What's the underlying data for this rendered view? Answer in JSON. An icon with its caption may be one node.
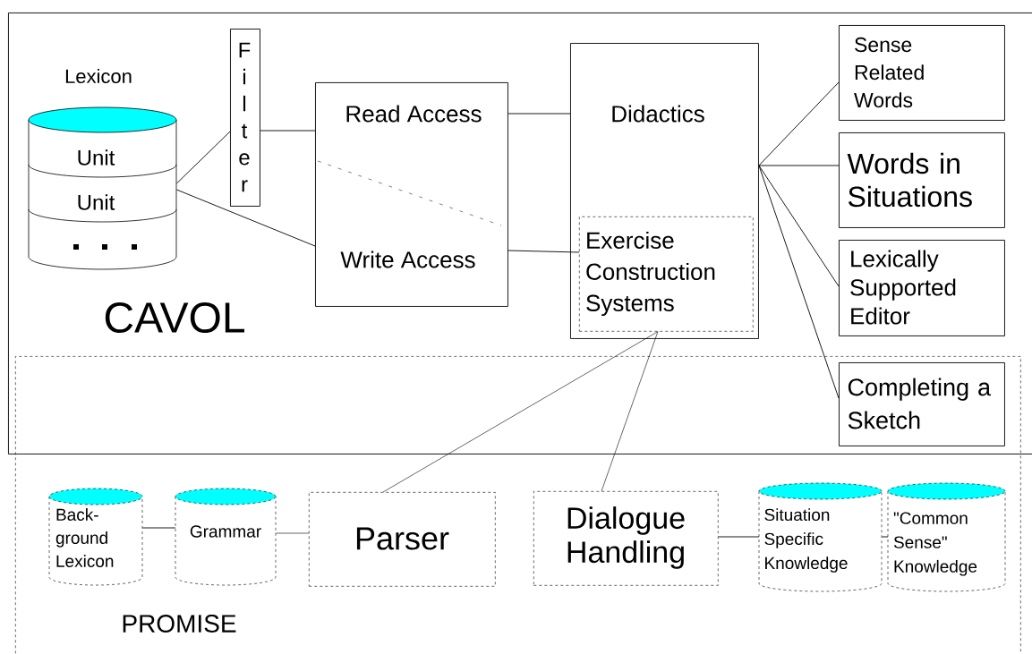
{
  "diagram": {
    "nodes": [
      {
        "text": [
          "CAVOL"
        ]
      },
      {
        "text": [
          "PROMISE"
        ]
      },
      {
        "text": [
          "Lexicon",
          "Unit",
          "Unit"
        ],
        "in": 0
      },
      {
        "text": [
          "Filter"
        ],
        "in": 0
      },
      {
        "text": [
          "Read Access",
          "Write Access"
        ],
        "in": 0
      },
      {
        "text": [
          "Didactics"
        ],
        "in": 0
      },
      {
        "text": [
          "Exercise Construction Systems"
        ],
        "in": 5
      },
      {
        "text": [
          "Sense Related Words"
        ],
        "in": 0
      },
      {
        "text": [
          "Words in Situations"
        ],
        "in": 0
      },
      {
        "text": [
          "Lexically Supported Editor"
        ],
        "in": 0
      },
      {
        "text": [
          "Completing a Sketch"
        ]
      },
      {
        "text": [
          "Back- ground Lexicon"
        ],
        "in": 1
      },
      {
        "text": [
          "Grammar"
        ],
        "in": 1
      },
      {
        "text": [
          "Parser"
        ],
        "in": 1
      },
      {
        "text": [
          "Dialogue Handling"
        ],
        "in": 1
      },
      {
        "text": [
          "Situation Specific Knowledge"
        ],
        "in": 1
      },
      {
        "text": [
          "\"Common Sense\" Knowledge"
        ],
        "in": 1
      }
    ],
    "edges": [
      {
        "from": 2,
        "to": 3,
        "arrow": "none"
      },
      {
        "from": 3,
        "to": 4,
        "arrow": "none"
      },
      {
        "from": 2,
        "to": 4,
        "arrow": "none"
      },
      {
        "from": 4,
        "to": 5,
        "arrow": "none"
      },
      {
        "from": 4,
        "to": 6,
        "arrow": "none"
      },
      {
        "from": 5,
        "to": 7,
        "arrow": "none"
      },
      {
        "from": 5,
        "to": 8,
        "arrow": "none"
      },
      {
        "from": 5,
        "to": 9,
        "arrow": "none"
      },
      {
        "from": 5,
        "to": 10,
        "arrow": "none"
      },
      {
        "from": 11,
        "to": 12,
        "arrow": "none"
      },
      {
        "from": 12,
        "to": 13,
        "arrow": "none"
      },
      {
        "from": 13,
        "to": 6,
        "arrow": "none"
      },
      {
        "from": 14,
        "to": 6,
        "arrow": "none"
      },
      {
        "from": 14,
        "to": 15,
        "arrow": "none"
      },
      {
        "from": 15,
        "to": 16,
        "arrow": "none"
      }
    ]
  }
}
